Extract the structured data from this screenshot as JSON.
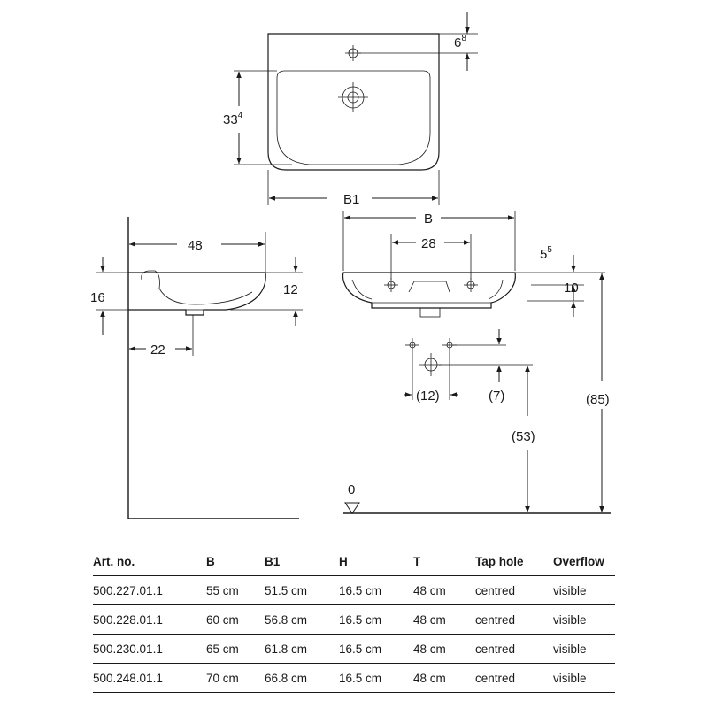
{
  "top_view": {
    "dim_tap_offset": {
      "base": "6",
      "sup": "8"
    },
    "dim_depth": {
      "base": "33",
      "sup": "4"
    },
    "dim_width": "B1"
  },
  "side_view": {
    "dim_depth": "48",
    "dim_height": "16",
    "dim_basin": "12",
    "dim_outlet": "22"
  },
  "front_view": {
    "dim_width": "B",
    "dim_tap_spacing": "28",
    "dim_rim": {
      "base": "5",
      "sup": "5"
    },
    "dim_bowl": "10",
    "dim_fixing_spacing": "(12)",
    "dim_fixing_offset": "(7)",
    "dim_waste_height": "(53)",
    "dim_rim_height": "(85)",
    "floor_level": "0"
  },
  "table": {
    "headers": [
      "Art. no.",
      "B",
      "B1",
      "H",
      "T",
      "Tap hole",
      "Overflow"
    ],
    "rows": [
      [
        "500.227.01.1",
        "55 cm",
        "51.5 cm",
        "16.5 cm",
        "48 cm",
        "centred",
        "visible"
      ],
      [
        "500.228.01.1",
        "60 cm",
        "56.8 cm",
        "16.5 cm",
        "48 cm",
        "centred",
        "visible"
      ],
      [
        "500.230.01.1",
        "65 cm",
        "61.8 cm",
        "16.5 cm",
        "48 cm",
        "centred",
        "visible"
      ],
      [
        "500.248.01.1",
        "70 cm",
        "66.8 cm",
        "16.5 cm",
        "48 cm",
        "centred",
        "visible"
      ]
    ]
  }
}
